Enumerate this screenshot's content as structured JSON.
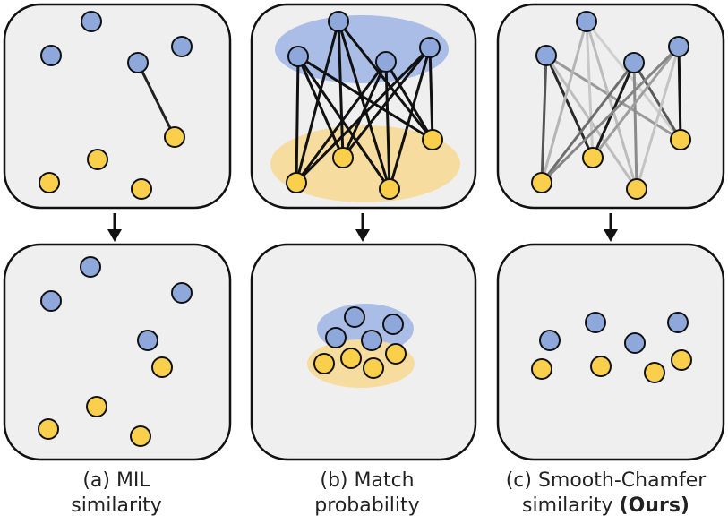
{
  "panels": [
    {
      "id": "a",
      "caption_line1": "(a) MIL",
      "caption_line2": "similarity",
      "caption_bold": ""
    },
    {
      "id": "b",
      "caption_line1": "(b) Match",
      "caption_line2": "probability",
      "caption_bold": ""
    },
    {
      "id": "c",
      "caption_line1": "(c) Smooth-Chamfer",
      "caption_line2": "similarity ",
      "caption_bold": "(Ours)"
    }
  ],
  "colors": {
    "panel_fill": "#efefef",
    "panel_stroke": "#111111",
    "blue_node": "#8fa8dc",
    "yellow_node": "#f9cf4c",
    "blue_region": "#a9bde6",
    "yellow_region": "#f7dca0",
    "edge": "#111111"
  },
  "icons": {
    "down_arrow": "arrow-down-icon"
  }
}
